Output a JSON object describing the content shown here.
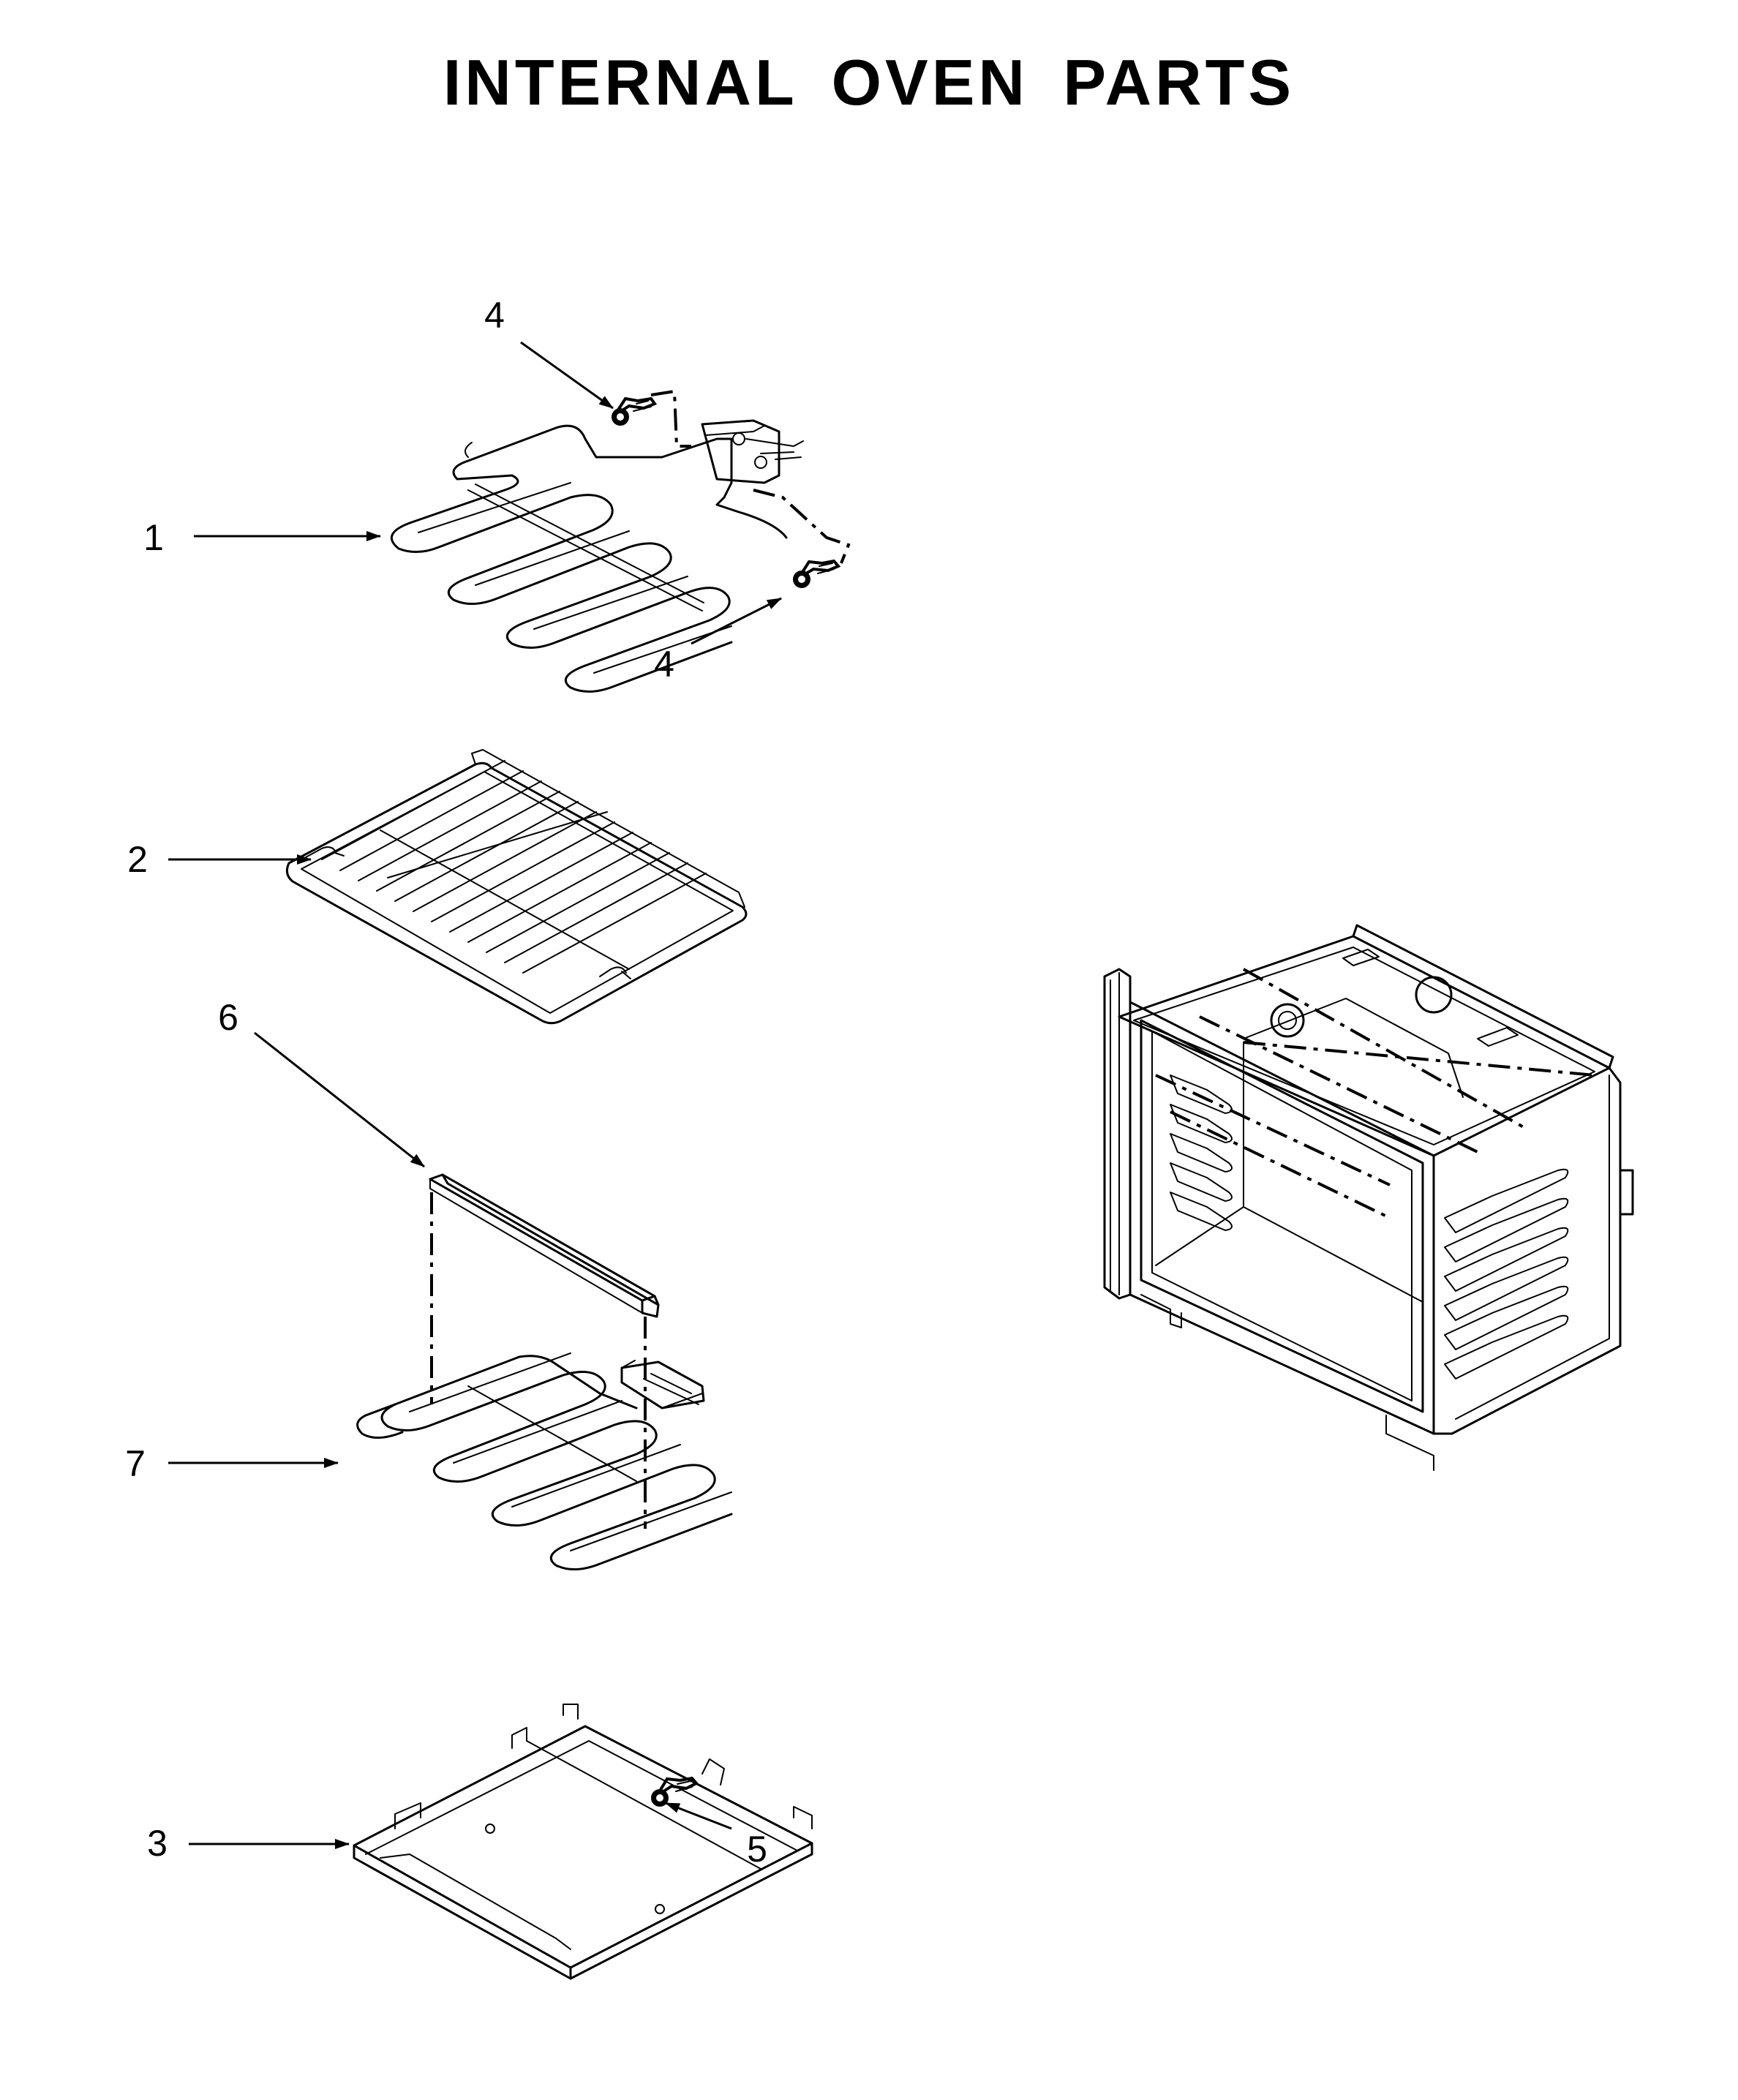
{
  "title": "INTERNAL OVEN PARTS",
  "callouts": {
    "c1": "1",
    "c2": "2",
    "c3": "3",
    "c4a": "4",
    "c4b": "4",
    "c5": "5",
    "c6": "6",
    "c7": "7"
  },
  "parts": [
    {
      "callout": "1",
      "depicts": "upper heating element",
      "icon": "bake-element-icon"
    },
    {
      "callout": "2",
      "depicts": "oven rack",
      "icon": "oven-rack-icon"
    },
    {
      "callout": "3",
      "depicts": "bottom panel",
      "icon": "oven-floor-panel-icon"
    },
    {
      "callout": "4",
      "depicts": "screw",
      "icon": "screw-icon"
    },
    {
      "callout": "5",
      "depicts": "screw",
      "icon": "screw-icon"
    },
    {
      "callout": "6",
      "depicts": "element shield",
      "icon": "element-shield-icon"
    },
    {
      "callout": "7",
      "depicts": "lower heating element",
      "icon": "broil-element-icon"
    }
  ]
}
